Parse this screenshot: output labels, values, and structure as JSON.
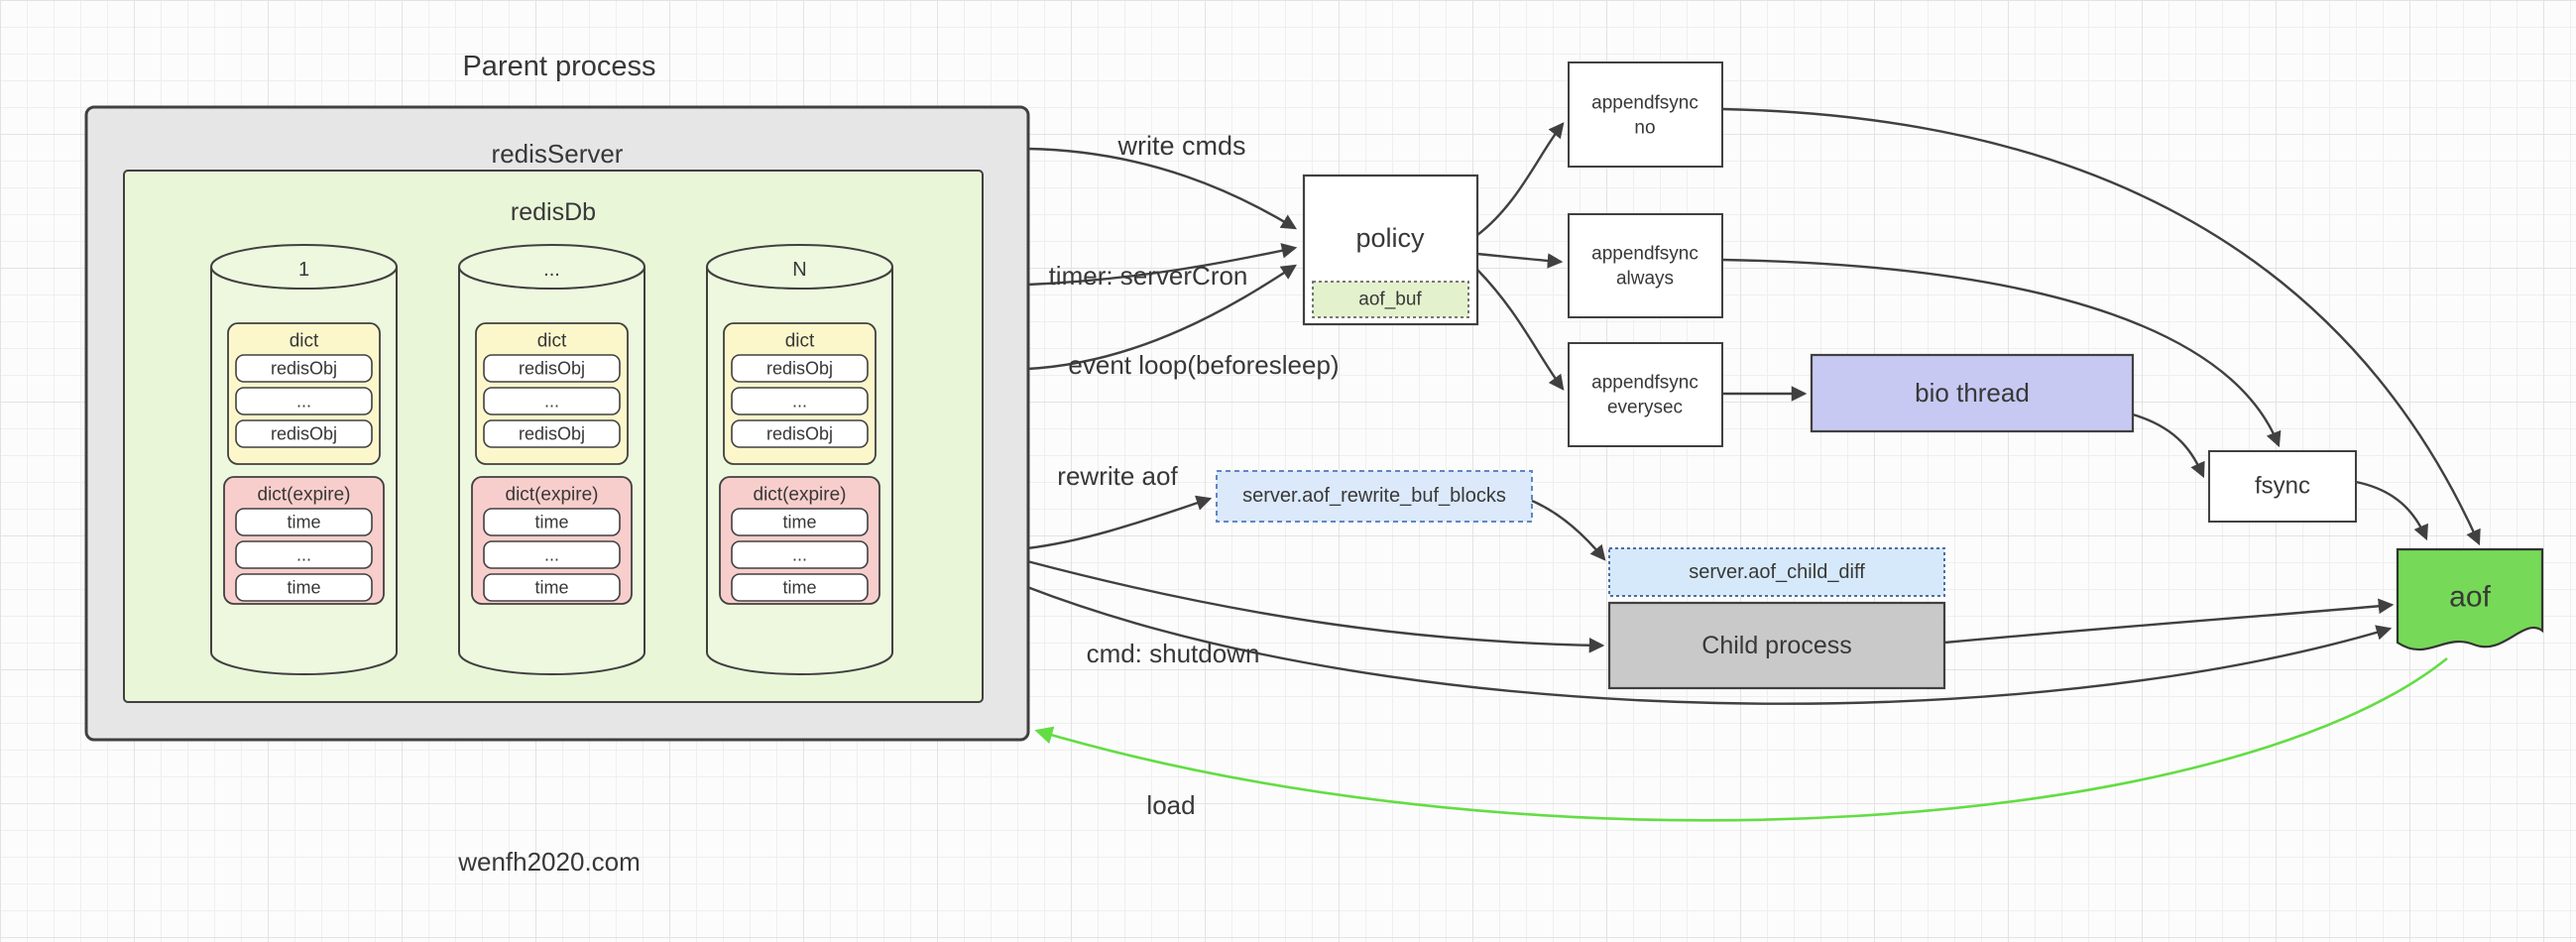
{
  "title": "Parent process",
  "watermark": "wenfh2020.com",
  "parent": {
    "server_label": "redisServer",
    "db_label": "redisDb",
    "cylinders": [
      {
        "label": "1"
      },
      {
        "label": "..."
      },
      {
        "label": "N"
      }
    ],
    "dict": {
      "label": "dict",
      "rows": [
        "redisObj",
        "...",
        "redisObj"
      ]
    },
    "expire": {
      "label": "dict(expire)",
      "rows": [
        "time",
        "...",
        "time"
      ]
    }
  },
  "nodes": {
    "policy": "policy",
    "aof_buf": "aof_buf",
    "appendfsync_no": {
      "line1": "appendfsync",
      "line2": "no"
    },
    "appendfsync_always": {
      "line1": "appendfsync",
      "line2": "always"
    },
    "appendfsync_everysec": {
      "line1": "appendfsync",
      "line2": "everysec"
    },
    "bio_thread": "bio thread",
    "fsync": "fsync",
    "rewrite_buf": "server.aof_rewrite_buf_blocks",
    "child_diff": "server.aof_child_diff",
    "child_process": "Child process",
    "aof": "aof"
  },
  "edge_labels": {
    "write_cmds": "write cmds",
    "timer": "timer: serverCron",
    "event_loop": "event loop(beforesleep)",
    "rewrite_aof": "rewrite aof",
    "cmd_shutdown": "cmd: shutdown",
    "load": "load"
  },
  "colors": {
    "outer_gray": "#e6e6e6",
    "db_green": "#e9f6d8",
    "cylinder_green": "#eef8df",
    "dict_yellow": "#fcf7cb",
    "expire_pink": "#f8cecc",
    "aof_buf_green": "#e3f2cd",
    "bio_lavender": "#c7c9f2",
    "buffer_blue": "#dbe9fb",
    "child_diff_blue": "#d6e9fa",
    "child_gray": "#c9c9c9",
    "aof_green": "#76d957",
    "load_arrow_green": "#63dd43",
    "stroke_dark": "#404040"
  }
}
